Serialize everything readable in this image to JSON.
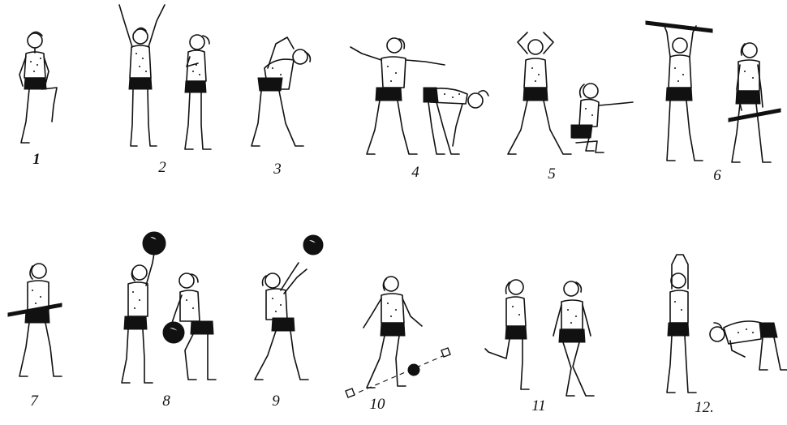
{
  "figures": [
    {
      "label": "1",
      "pose": "standing-on-one-leg"
    },
    {
      "label": "2",
      "pose": "arms-up-and-hands-on-shoulders"
    },
    {
      "label": "3",
      "pose": "side-bend"
    },
    {
      "label": "4",
      "pose": "arms-out-and-forward-bend"
    },
    {
      "label": "5",
      "pose": "hands-behind-head-and-squat"
    },
    {
      "label": "6",
      "pose": "stick-overhead-and-stick-low"
    },
    {
      "label": "7",
      "pose": "stick-behind-back-walking"
    },
    {
      "label": "8",
      "pose": "ball-overhead-and-ball-low"
    },
    {
      "label": "9",
      "pose": "tossing-ball"
    },
    {
      "label": "10",
      "pose": "walking-line-between-blocks"
    },
    {
      "label": "11",
      "pose": "leg-bent-back-and-crossed-step"
    },
    {
      "label": "12.",
      "pose": "stretch-up-and-forward-bend"
    }
  ],
  "colors": {
    "ink": "#111111",
    "paper": "#ffffff"
  }
}
